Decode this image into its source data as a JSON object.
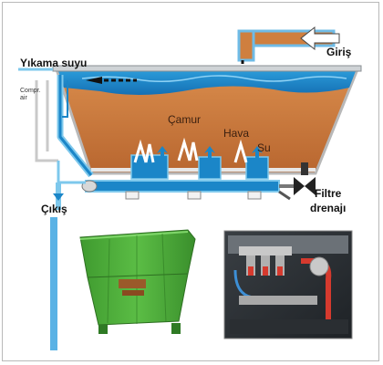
{
  "labels": {
    "inlet": "Giriş",
    "wash_water": "Yıkama suyu",
    "compressed_air": "Compr.\nair",
    "mud": "Çamur",
    "air": "Hava",
    "water": "Su",
    "outlet": "Çıkış",
    "filter_drain": "Filtre\ndrenajı"
  },
  "colors": {
    "water": "#1b86c8",
    "mud": "#c8783f",
    "pipe": "#7ec8ec",
    "tank_green": "#4caf3a"
  }
}
